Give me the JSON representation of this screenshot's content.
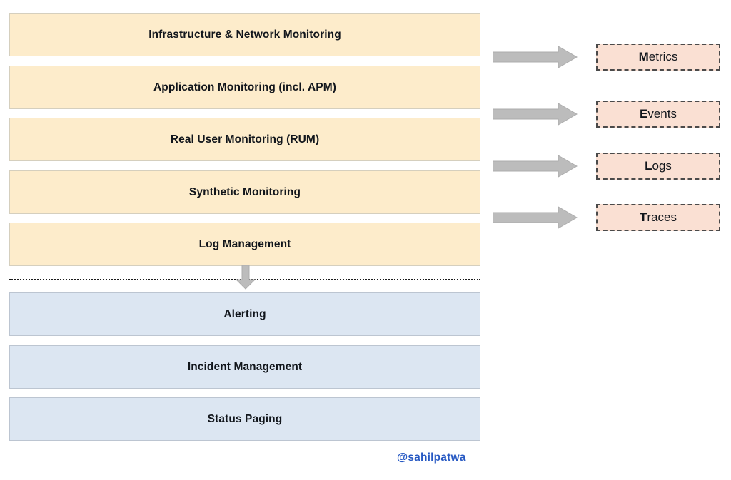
{
  "diagram": {
    "title_hidden": "",
    "colors": {
      "observe_fill": "#fdeccb",
      "observe_border": "#d5cfbe",
      "respond_fill": "#dce6f2",
      "respond_border": "#bcc5d1",
      "melt_fill": "#fae0d3",
      "melt_border": "#4a4a4a",
      "arrow_gray": "#b9b9b9",
      "divider": "#1c1c1c",
      "watermark": "#2759c3",
      "text": "#12161c"
    },
    "observability_layers": [
      {
        "label": "Infrastructure & Network Monitoring"
      },
      {
        "label": "Application Monitoring (incl. APM)"
      },
      {
        "label": "Real User Monitoring (RUM)"
      },
      {
        "label": "Synthetic Monitoring"
      },
      {
        "label": "Log Management"
      }
    ],
    "response_layers": [
      {
        "label": "Alerting"
      },
      {
        "label": "Incident Management"
      },
      {
        "label": "Status Paging"
      }
    ],
    "melt_outputs": [
      {
        "lead": "M",
        "rest": "etrics",
        "full": "Metrics"
      },
      {
        "lead": "E",
        "rest": "vents",
        "full": "Events"
      },
      {
        "lead": "L",
        "rest": "ogs",
        "full": "Logs"
      },
      {
        "lead": "T",
        "rest": "races",
        "full": "Traces"
      }
    ],
    "arrows": {
      "right_arrow_count": 4,
      "down_arrow_icon": "arrow-down-icon",
      "right_arrow_icon": "arrow-right-icon"
    },
    "watermark": "@sahilpatwa"
  }
}
